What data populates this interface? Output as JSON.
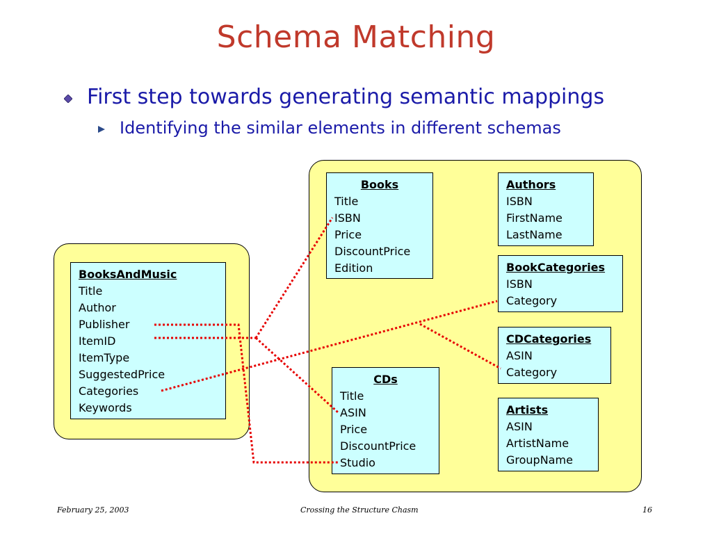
{
  "slide": {
    "title": "Schema Matching",
    "bullet": "First step towards generating semantic mappings",
    "sub_bullet": "Identifying the similar elements in different schemas"
  },
  "schemas": {
    "booksandmusic": {
      "name": "BooksAndMusic",
      "fields": [
        "Title",
        "Author",
        "Publisher",
        "ItemID",
        "ItemType",
        "SuggestedPrice",
        "Categories",
        "Keywords"
      ]
    },
    "books": {
      "name": "Books",
      "fields": [
        "Title",
        "ISBN",
        "Price",
        "DiscountPrice",
        "Edition"
      ]
    },
    "authors": {
      "name": "Authors",
      "fields": [
        "ISBN",
        "FirstName",
        "LastName"
      ]
    },
    "bookcategories": {
      "name": "BookCategories",
      "fields": [
        "ISBN",
        "Category"
      ]
    },
    "cdcategories": {
      "name": "CDCategories",
      "fields": [
        "ASIN",
        "Category"
      ]
    },
    "cds": {
      "name": "CDs",
      "fields": [
        "Title",
        "ASIN",
        "Price",
        "DiscountPrice",
        "Studio"
      ]
    },
    "artists": {
      "name": "Artists",
      "fields": [
        "ASIN",
        "ArtistName",
        "GroupName"
      ]
    }
  },
  "colors": {
    "title": "#c0392b",
    "bullet_text": "#1a1aa8",
    "container_fill": "#ffff99",
    "schema_fill": "#ccffff",
    "link_line": "#e60000"
  },
  "footer": {
    "date": "February 25, 2003",
    "talk": "Crossing the Structure Chasm",
    "page": "16"
  }
}
